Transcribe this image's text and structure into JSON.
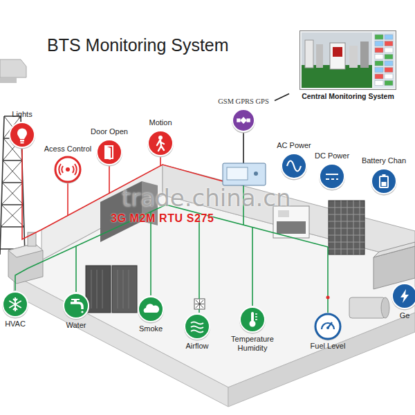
{
  "diagram": {
    "title": "BTS Monitoring System",
    "nodes": [
      {
        "text": [
          "Central Monitoring System"
        ]
      },
      {
        "text": [
          "GSM GPRS GPS"
        ]
      },
      {
        "text": [
          "Lights"
        ]
      },
      {
        "text": [
          "Acess Control"
        ]
      },
      {
        "text": [
          "Door Open"
        ]
      },
      {
        "text": [
          "Motion"
        ]
      },
      {
        "text": [
          "AC Power"
        ]
      },
      {
        "text": [
          "DC Power"
        ]
      },
      {
        "text": [
          "Battery Chan"
        ]
      },
      {
        "text": [
          "HVAC"
        ]
      },
      {
        "text": [
          "Water"
        ]
      },
      {
        "text": [
          "Smoke"
        ]
      },
      {
        "text": [
          "Airflow"
        ]
      },
      {
        "text": [
          "Temperature Humidity"
        ]
      },
      {
        "text": [
          "Fuel Level"
        ]
      },
      {
        "text": [
          "Ge"
        ]
      }
    ],
    "edges": [
      {
        "from": 1,
        "to": 0,
        "arrow": "none"
      }
    ],
    "labels": [
      "3G M2M RTU S275",
      "trade.china.cn"
    ]
  }
}
